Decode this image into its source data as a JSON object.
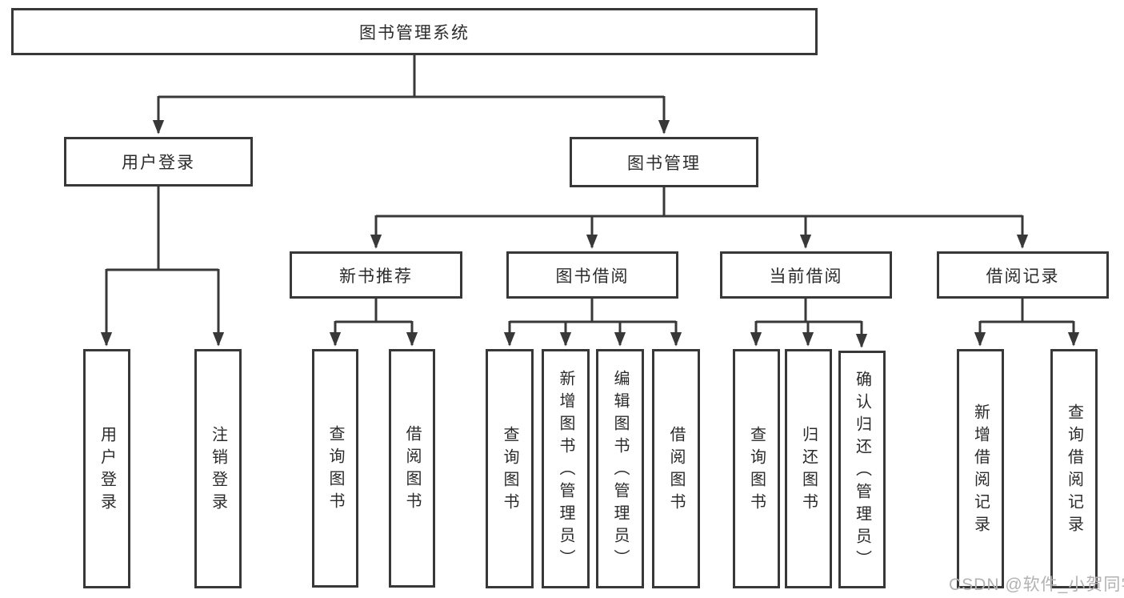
{
  "diagram_type": "functional-structure-tree",
  "colors": {
    "background": "#ffffff",
    "box_border": "#383838",
    "connector": "#383838",
    "text": "#2b2b2b",
    "watermark": "#b3b1b1"
  },
  "watermark": {
    "text": "CSDN @软件_小贺同学"
  },
  "tree": {
    "label": "图书管理系统",
    "children": [
      {
        "label": "用户登录",
        "children": [
          {
            "label": "用户登录"
          },
          {
            "label": "注销登录"
          }
        ]
      },
      {
        "label": "图书管理",
        "children": [
          {
            "label": "新书推荐",
            "children": [
              {
                "label": "查询图书"
              },
              {
                "label": "借阅图书"
              }
            ]
          },
          {
            "label": "图书借阅",
            "children": [
              {
                "label": "查询图书"
              },
              {
                "label": "新增图书（管理员）"
              },
              {
                "label": "编辑图书（管理员）"
              },
              {
                "label": "借阅图书"
              }
            ]
          },
          {
            "label": "当前借阅",
            "children": [
              {
                "label": "查询图书"
              },
              {
                "label": "归还图书"
              },
              {
                "label": "确认归还（管理员）"
              }
            ]
          },
          {
            "label": "借阅记录",
            "children": [
              {
                "label": "新增借阅记录"
              },
              {
                "label": "查询借阅记录"
              }
            ]
          }
        ]
      }
    ]
  }
}
